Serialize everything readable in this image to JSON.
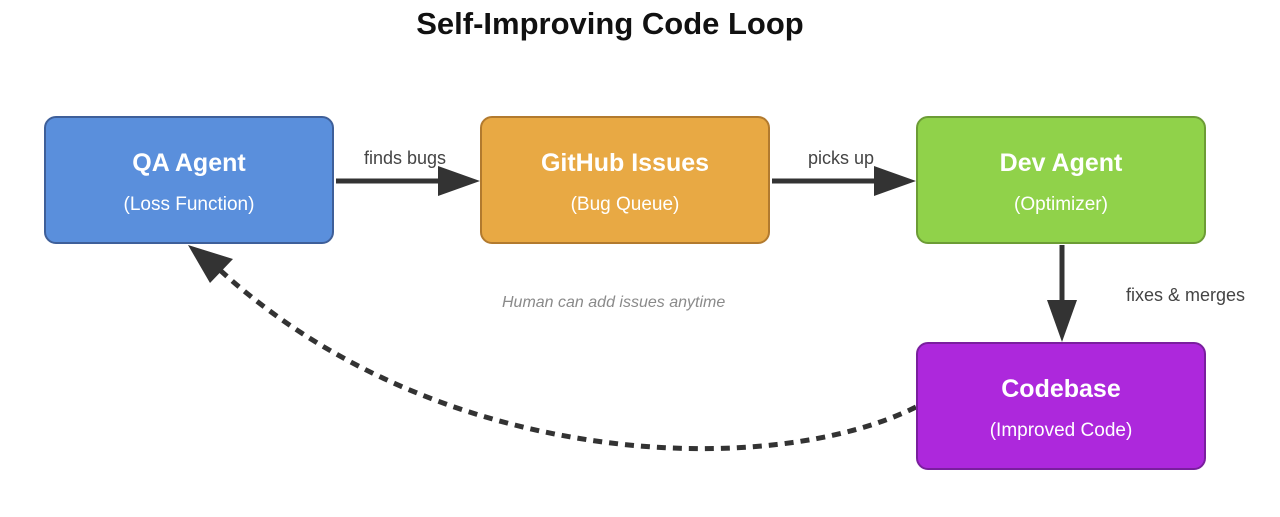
{
  "diagram": {
    "title": "Self-Improving Code Loop",
    "nodes": {
      "qa": {
        "title": "QA Agent",
        "subtitle": "(Loss Function)",
        "color": "#5a8fdc"
      },
      "issues": {
        "title": "GitHub Issues",
        "subtitle": "(Bug Queue)",
        "color": "#e8a944"
      },
      "dev": {
        "title": "Dev Agent",
        "subtitle": "(Optimizer)",
        "color": "#90d24a"
      },
      "codebase": {
        "title": "Codebase",
        "subtitle": "(Improved Code)",
        "color": "#ad28dc"
      }
    },
    "edges": [
      {
        "from": "qa",
        "to": "issues",
        "label": "finds bugs",
        "style": "solid"
      },
      {
        "from": "issues",
        "to": "dev",
        "label": "picks up",
        "style": "solid"
      },
      {
        "from": "dev",
        "to": "codebase",
        "label": "fixes & merges",
        "style": "solid"
      },
      {
        "from": "codebase",
        "to": "qa",
        "label": "",
        "style": "dashed"
      }
    ],
    "annotation": "Human can add issues anytime"
  }
}
